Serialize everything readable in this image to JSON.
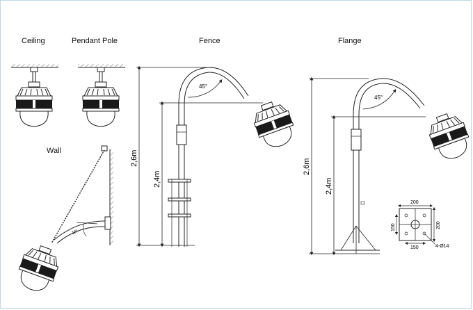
{
  "titles": {
    "ceiling": "Ceiling",
    "pendant_pole": "Pendant Pole",
    "fence": "Fence",
    "flange": "Flange",
    "wall": "Wall"
  },
  "fence": {
    "height_total": "2,6m",
    "height_pole": "2,4m",
    "angle": "45°"
  },
  "flange": {
    "height_total": "2,6m",
    "height_pole": "2,4m",
    "angle": "45°",
    "plate_width": "200",
    "plate_height": "200",
    "hole_span_x": "150",
    "hole_span_y": "150",
    "holes": "4-Ø14"
  },
  "wall": {
    "angle": "15°"
  }
}
